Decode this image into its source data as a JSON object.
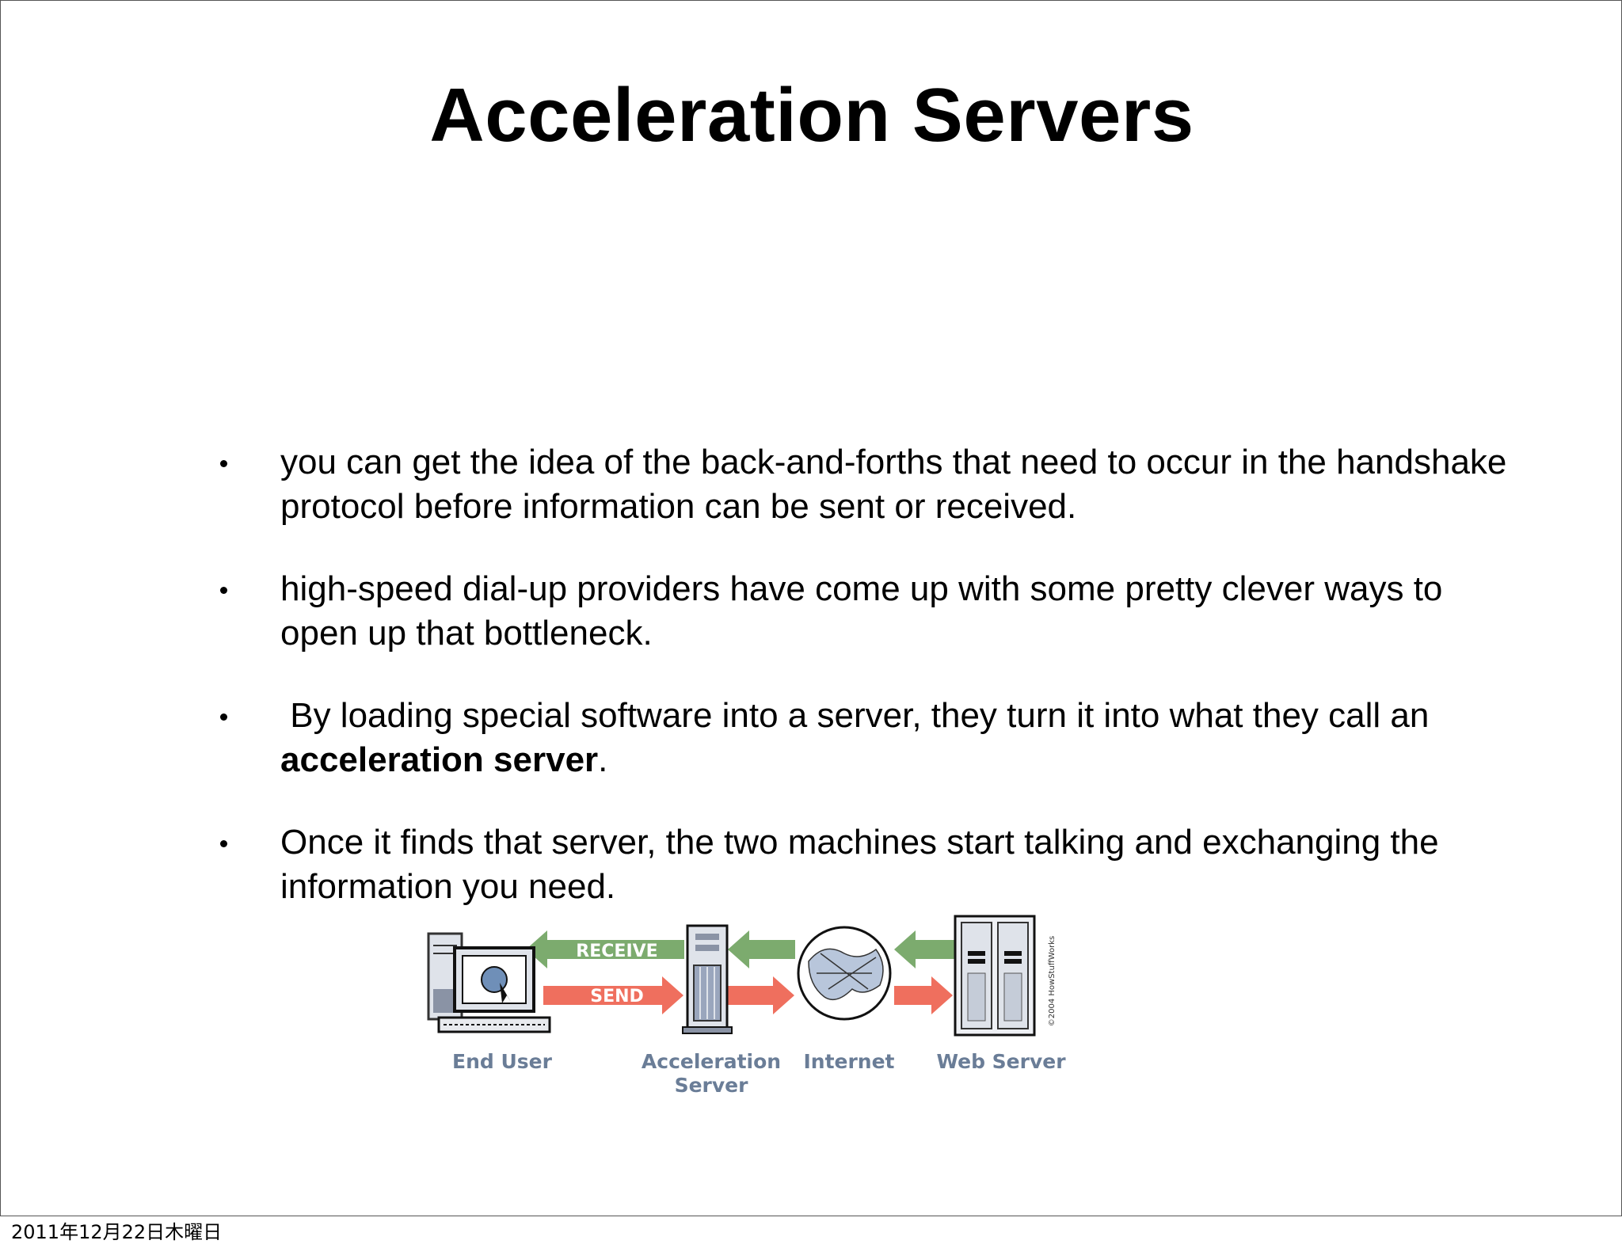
{
  "slide": {
    "title": "Acceleration Servers",
    "bullets": [
      {
        "text": "you can get the idea of the back-and-forths that need to occur in the handshake protocol before information can be sent or received."
      },
      {
        "text": "high-speed dial-up providers have come up with some pretty clever ways to open up that bottleneck."
      },
      {
        "prefix": " By loading special software into a server, they turn it into what they call an ",
        "bold": "acceleration server",
        "suffix": "."
      },
      {
        "text": "Once it finds that server, the two machines start talking and exchanging the information you need."
      }
    ]
  },
  "diagram": {
    "labels": {
      "end_user": "End User",
      "acceleration_server_line1": "Acceleration",
      "acceleration_server_line2": "Server",
      "internet": "Internet",
      "web_server": "Web Server"
    },
    "arrows": {
      "receive": "RECEIVE",
      "send": "SEND"
    },
    "copyright": "©2004 HowStuffWorks",
    "colors": {
      "receive_arrow": "#7cab6e",
      "send_arrow": "#ef6f5e",
      "label": "#6a7d97"
    },
    "icons": [
      "computer-icon",
      "server-tower-icon",
      "globe-icon",
      "rack-server-icon"
    ]
  },
  "footer": {
    "date": "2011年12月22日木曜日"
  }
}
